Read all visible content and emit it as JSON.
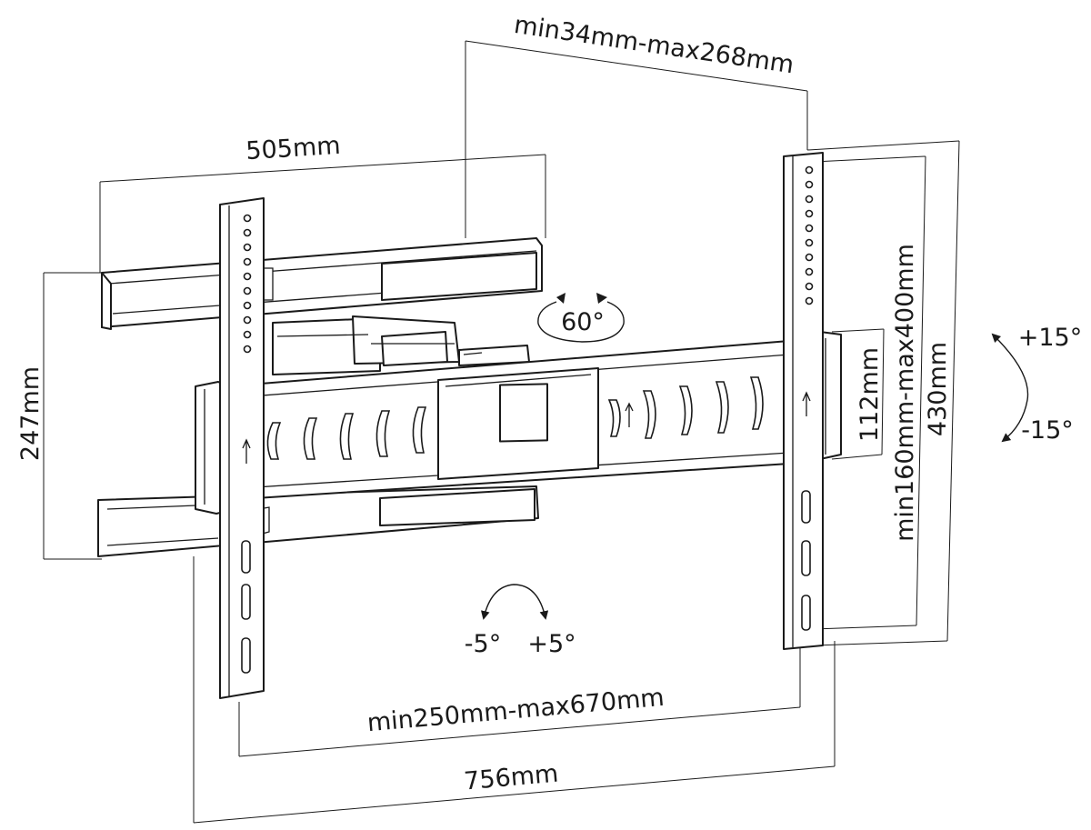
{
  "dimensions": {
    "top_depth": "min34mm-max268mm",
    "arm_width": "505mm",
    "wall_plate_height": "247mm",
    "vertical_hole_range": "min160mm-max400mm",
    "bracket_height": "430mm",
    "center_spacing": "112mm",
    "horizontal_hole_range": "min250mm-max670mm",
    "total_width": "756mm"
  },
  "angles": {
    "swivel": "60°",
    "tilt_up": "+15°",
    "tilt_down": "-15°",
    "roll_left": "-5°",
    "roll_right": "+5°"
  }
}
